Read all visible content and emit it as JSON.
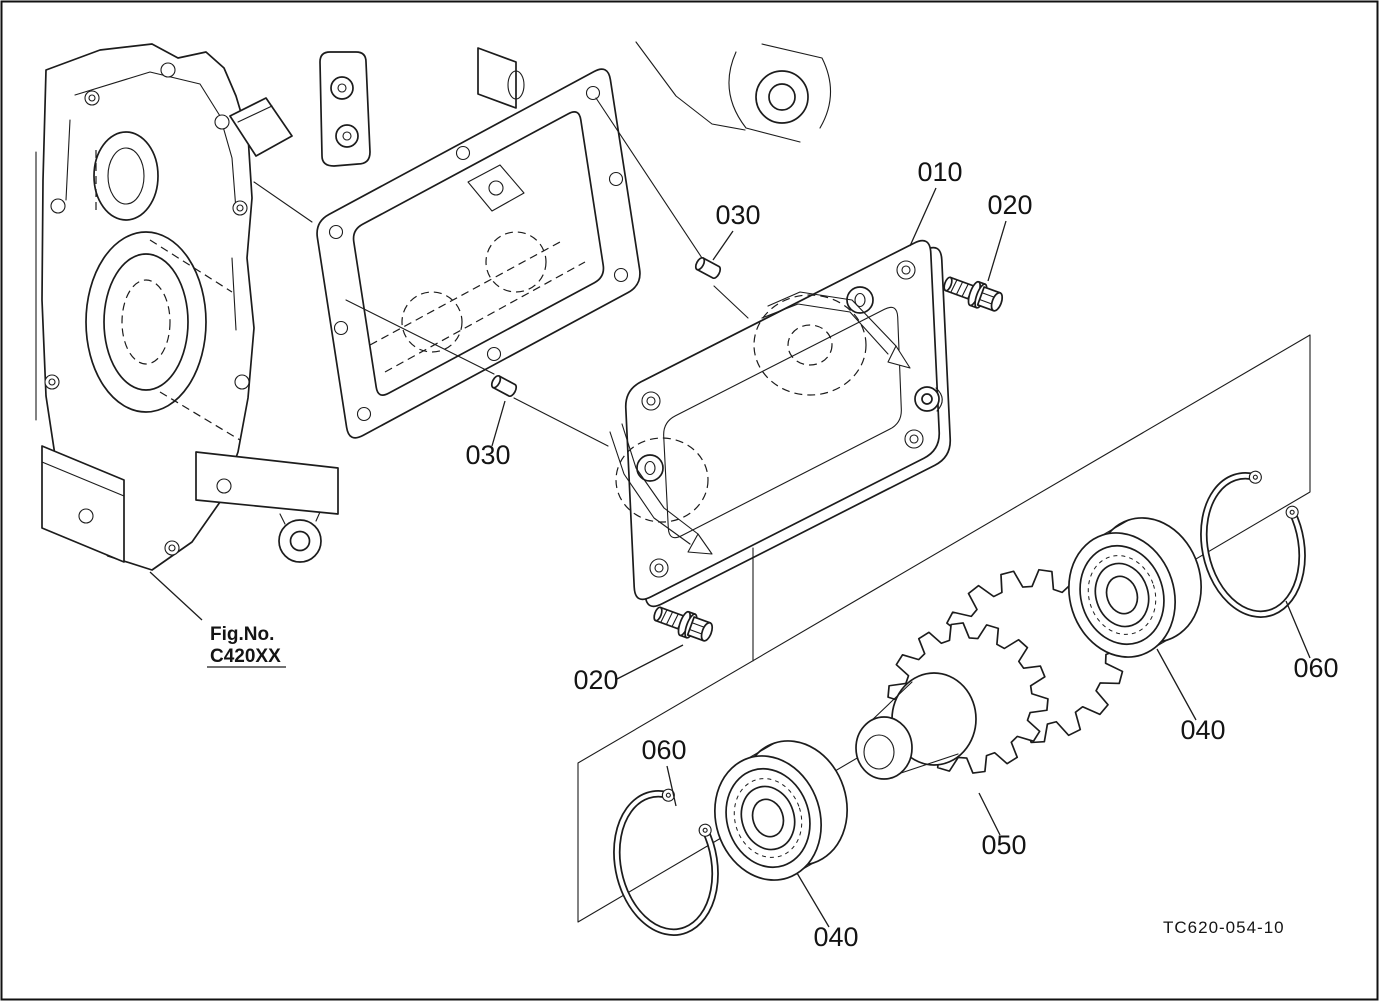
{
  "figure": {
    "label": "Fig.No.",
    "number": "C420XX"
  },
  "drawing_code": "TC620-054-10",
  "callouts": {
    "cover": "010",
    "bolt_top": "020",
    "bolt_bottom": "020",
    "pin_top": "030",
    "pin_left": "030",
    "bearing_right": "040",
    "bearing_bottom": "040",
    "gear": "050",
    "snap_ring_right": "060",
    "snap_ring_bottom": "060"
  }
}
